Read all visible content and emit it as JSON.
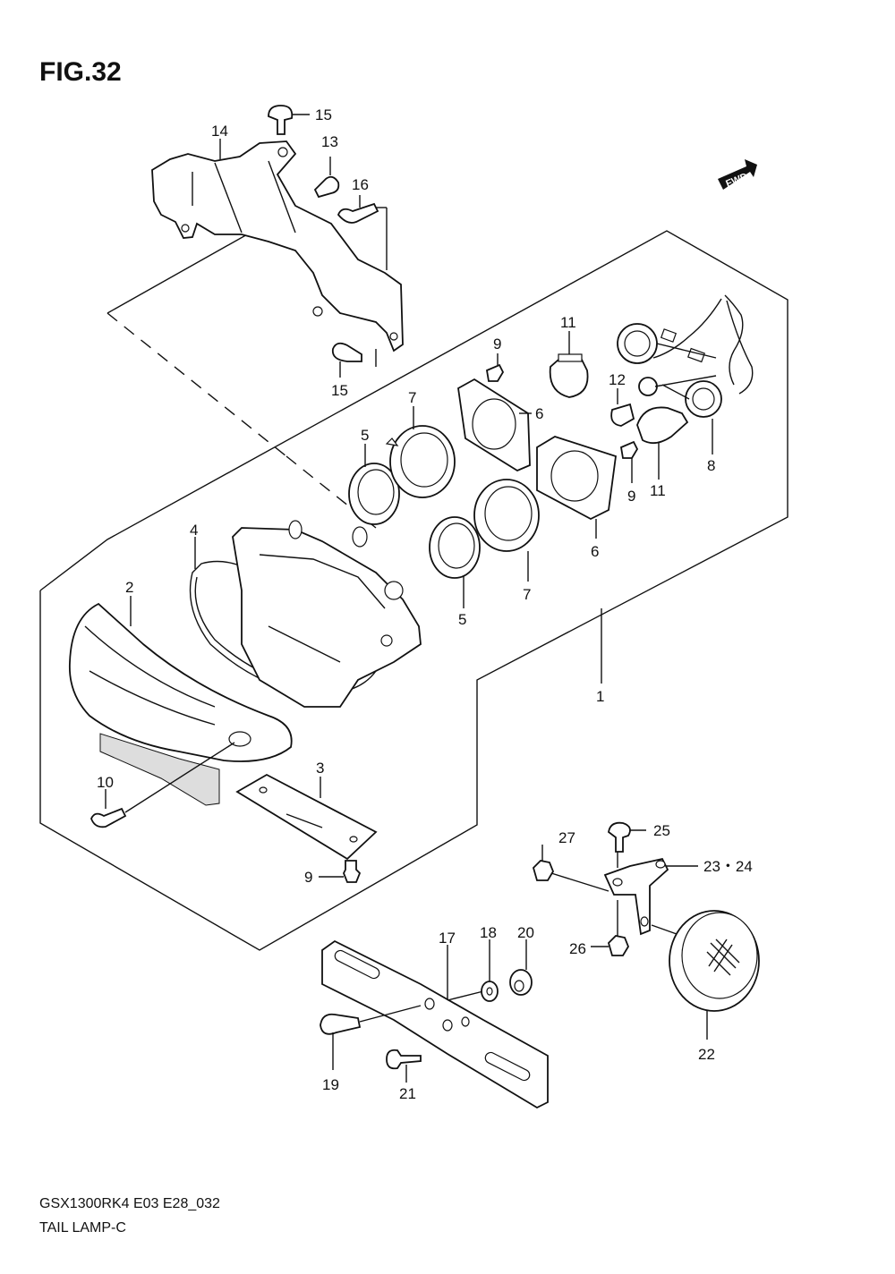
{
  "figure": {
    "title": "FIG.32",
    "fwd_badge": "FWD"
  },
  "callouts": {
    "c1": "1",
    "c2": "2",
    "c3": "3",
    "c4": "4",
    "c5a": "5",
    "c5b": "5",
    "c6a": "6",
    "c6b": "6",
    "c7a": "7",
    "c7b": "7",
    "c8": "8",
    "c9a": "9",
    "c9b": "9",
    "c9c": "9",
    "c10": "10",
    "c11a": "11",
    "c11b": "11",
    "c12": "12",
    "c13": "13",
    "c14": "14",
    "c15a": "15",
    "c15b": "15",
    "c16": "16",
    "c17": "17",
    "c18": "18",
    "c19": "19",
    "c20": "20",
    "c21": "21",
    "c22": "22",
    "c23_24": "23・24",
    "c25": "25",
    "c26": "26",
    "c27": "27"
  },
  "footer": {
    "model_code": "GSX1300RK4 E03 E28_032",
    "section_name": "TAIL LAMP-C"
  }
}
